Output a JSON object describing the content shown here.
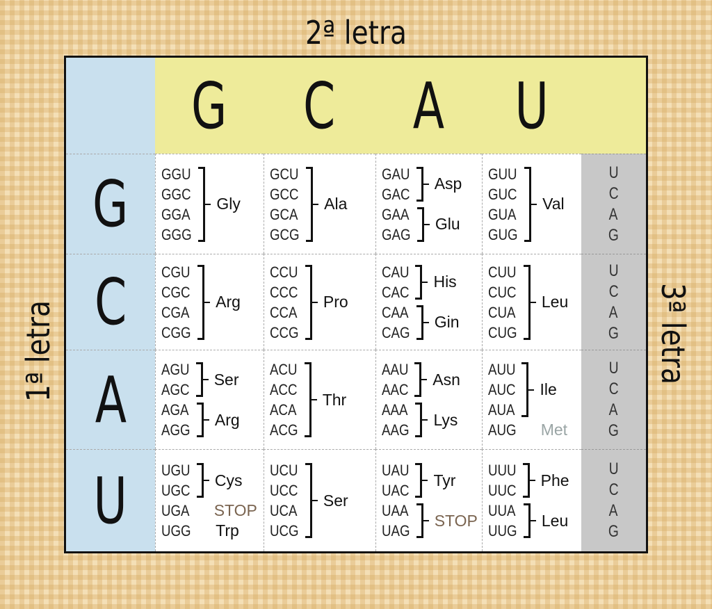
{
  "labels": {
    "second": "2ª letra",
    "first": "1ª letra",
    "third": "3ª letra"
  },
  "columns": [
    "G",
    "C",
    "A",
    "U"
  ],
  "rows": [
    "G",
    "C",
    "A",
    "U"
  ],
  "third_letters": [
    "U",
    "C",
    "A",
    "G"
  ],
  "colors": {
    "stop": "#7a6450",
    "met": "#9aa5a5",
    "normal": "#111111"
  },
  "cells": [
    [
      [
        {
          "codons": [
            "GGU",
            "GGC",
            "GGA",
            "GGG"
          ],
          "aa": "Gly",
          "bracket": true
        }
      ],
      [
        {
          "codons": [
            "GCU",
            "GCC",
            "GCA",
            "GCG"
          ],
          "aa": "Ala",
          "bracket": true
        }
      ],
      [
        {
          "codons": [
            "GAU",
            "GAC"
          ],
          "aa": "Asp",
          "bracket": true
        },
        {
          "codons": [
            "GAA",
            "GAG"
          ],
          "aa": "Glu",
          "bracket": true
        }
      ],
      [
        {
          "codons": [
            "GUU",
            "GUC",
            "GUA",
            "GUG"
          ],
          "aa": "Val",
          "bracket": true
        }
      ]
    ],
    [
      [
        {
          "codons": [
            "CGU",
            "CGC",
            "CGA",
            "CGG"
          ],
          "aa": "Arg",
          "bracket": true
        }
      ],
      [
        {
          "codons": [
            "CCU",
            "CCC",
            "CCA",
            "CCG"
          ],
          "aa": "Pro",
          "bracket": true
        }
      ],
      [
        {
          "codons": [
            "CAU",
            "CAC"
          ],
          "aa": "His",
          "bracket": true
        },
        {
          "codons": [
            "CAA",
            "CAG"
          ],
          "aa": "Gin",
          "bracket": true
        }
      ],
      [
        {
          "codons": [
            "CUU",
            "CUC",
            "CUA",
            "CUG"
          ],
          "aa": "Leu",
          "bracket": true
        }
      ]
    ],
    [
      [
        {
          "codons": [
            "AGU",
            "AGC"
          ],
          "aa": "Ser",
          "bracket": true
        },
        {
          "codons": [
            "AGA",
            "AGG"
          ],
          "aa": "Arg",
          "bracket": true
        }
      ],
      [
        {
          "codons": [
            "ACU",
            "ACC",
            "ACA",
            "ACG"
          ],
          "aa": "Thr",
          "bracket": true
        }
      ],
      [
        {
          "codons": [
            "AAU",
            "AAC"
          ],
          "aa": "Asn",
          "bracket": true
        },
        {
          "codons": [
            "AAA",
            "AAG"
          ],
          "aa": "Lys",
          "bracket": true
        }
      ],
      [
        {
          "codons": [
            "AUU",
            "AUC",
            "AUA"
          ],
          "aa": "Ile",
          "bracket": true
        },
        {
          "codons": [
            "AUG"
          ],
          "aa": "Met",
          "bracket": false,
          "color": "met"
        }
      ]
    ],
    [
      [
        {
          "codons": [
            "UGU",
            "UGC"
          ],
          "aa": "Cys",
          "bracket": true
        },
        {
          "codons": [
            "UGA"
          ],
          "aa": "STOP",
          "bracket": false,
          "color": "stop"
        },
        {
          "codons": [
            "UGG"
          ],
          "aa": "Trp",
          "bracket": false
        }
      ],
      [
        {
          "codons": [
            "UCU",
            "UCC",
            "UCA",
            "UCG"
          ],
          "aa": "Ser",
          "bracket": true
        }
      ],
      [
        {
          "codons": [
            "UAU",
            "UAC"
          ],
          "aa": "Tyr",
          "bracket": true
        },
        {
          "codons": [
            "UAA",
            "UAG"
          ],
          "aa": "STOP",
          "bracket": true,
          "color": "stop"
        }
      ],
      [
        {
          "codons": [
            "UUU",
            "UUC"
          ],
          "aa": "Phe",
          "bracket": true
        },
        {
          "codons": [
            "UUA",
            "UUG"
          ],
          "aa": "Leu",
          "bracket": true
        }
      ]
    ]
  ]
}
